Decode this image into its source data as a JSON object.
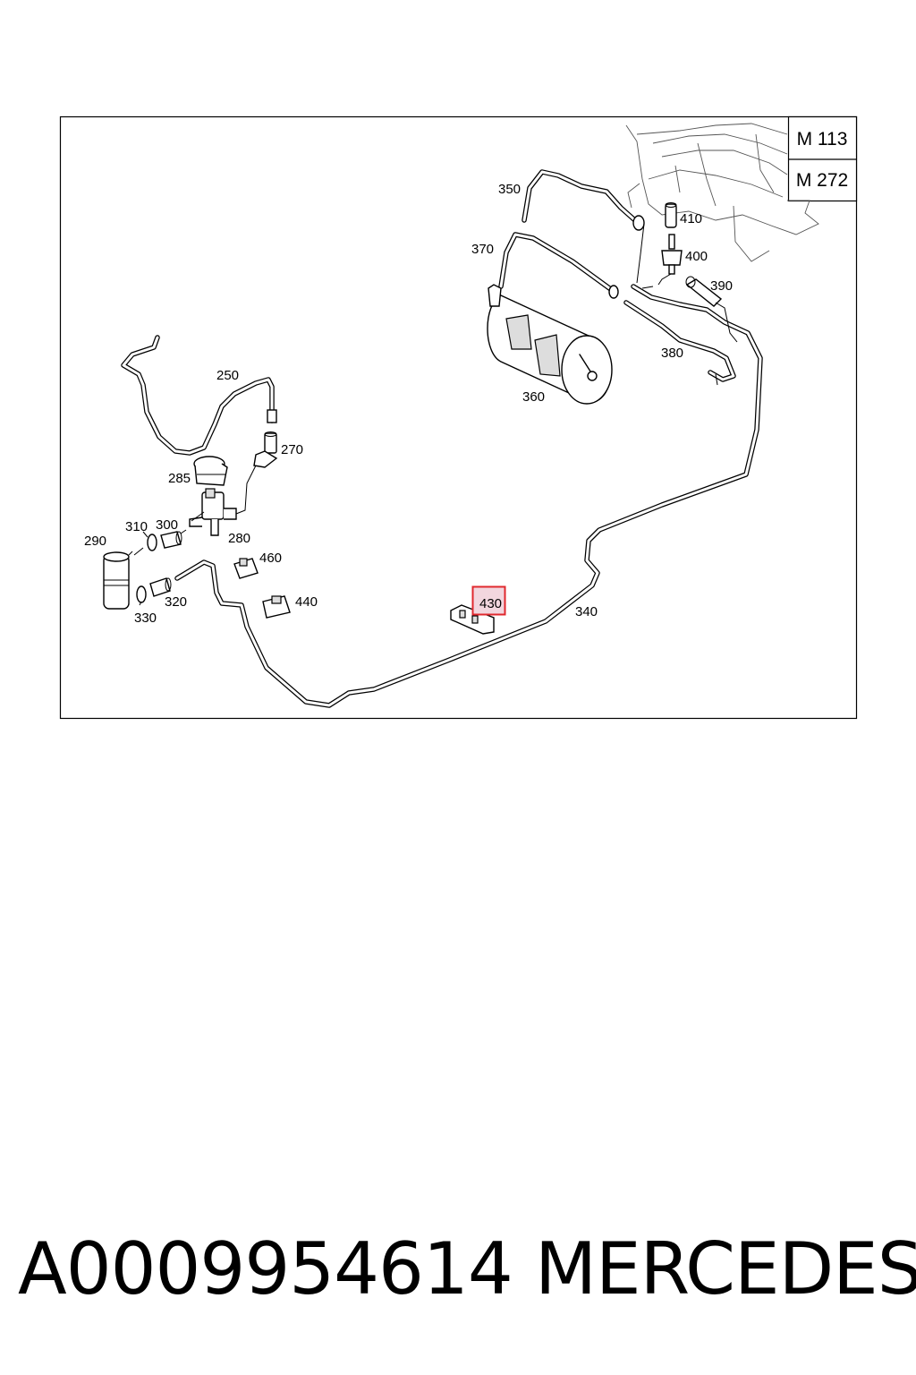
{
  "diagram": {
    "engines": [
      "M 113",
      "M 272"
    ],
    "callouts": [
      "250",
      "270",
      "285",
      "280",
      "290",
      "310",
      "300",
      "460",
      "440",
      "320",
      "330",
      "350",
      "370",
      "360",
      "410",
      "400",
      "390",
      "380",
      "340",
      "430"
    ],
    "highlighted": "430",
    "highlight_color": "#e0282e"
  },
  "footer": {
    "part_number": "A0009954614",
    "brand": "MERCEDES"
  }
}
